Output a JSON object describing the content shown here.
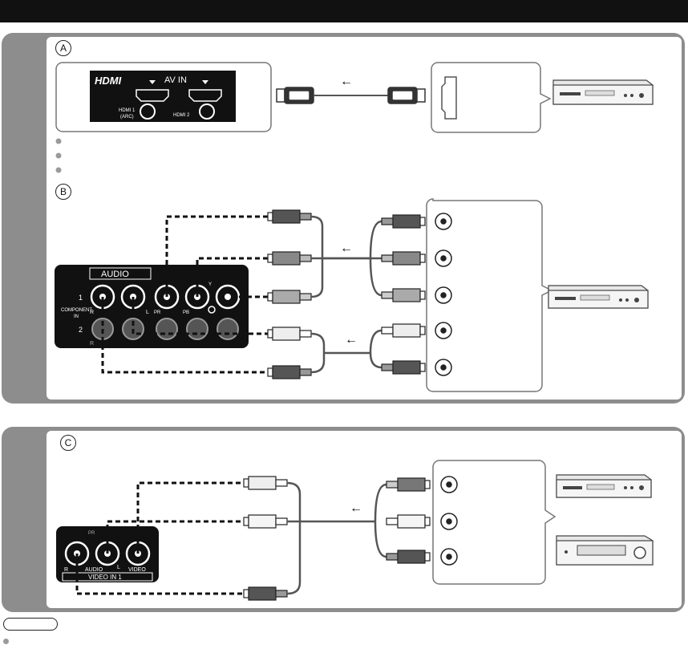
{
  "section_a": {
    "marker": "A",
    "hdmi_logo": "HDMI",
    "av_in": "AV IN",
    "hdmi1_label_line1": "HDMI 1",
    "hdmi1_label_line2": "(ARC)",
    "hdmi2_label": "HDMI 2",
    "arrow_glyph": "←"
  },
  "section_b": {
    "marker": "B",
    "audio_label": "AUDIO",
    "row1_label": "1",
    "row2_label": "2",
    "component_line1": "COMPONENT",
    "component_line2": "IN",
    "jack_r": "R",
    "jack_l": "L",
    "jack_pr": "PR",
    "jack_pb": "PB",
    "jack_y": "Y",
    "arrow_glyph": "←"
  },
  "section_c": {
    "marker": "C",
    "audio_label": "AUDIO",
    "video_label": "VIDEO",
    "video_in_label": "VIDEO IN 1",
    "jack_r": "R",
    "jack_l": "L",
    "jack_pr": "PR",
    "arrow_glyph": "←"
  },
  "colors": {
    "panel_gray": "#8d8d8d",
    "top_bar": "#111111",
    "cable": "#555555",
    "bullet": "#9a9a9a"
  },
  "icons": [
    "hdmi-plug-icon",
    "rca-plug-icon",
    "rca-jack-icon",
    "dvd-player-icon",
    "vcr-icon",
    "av-receiver-icon"
  ]
}
